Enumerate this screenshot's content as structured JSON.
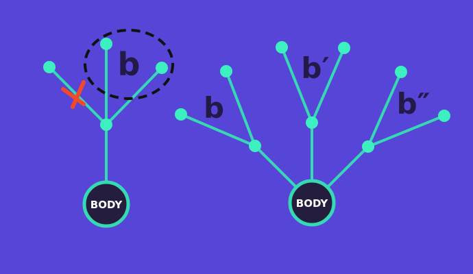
{
  "colors": {
    "background": "#5645d6",
    "edge": "#35d9b3",
    "node": "#3cf0c0",
    "body_fill": "#251d3d",
    "body_stroke": "#35d9b3",
    "body_text": "#ffffff",
    "label": "#231a48",
    "highlight": "#111111",
    "cross": "#f04a2a"
  },
  "left_tree": {
    "body_label": "BODY",
    "group_label": "b"
  },
  "right_tree": {
    "body_label": "BODY",
    "labels": [
      "b",
      "b′",
      "b″"
    ]
  }
}
